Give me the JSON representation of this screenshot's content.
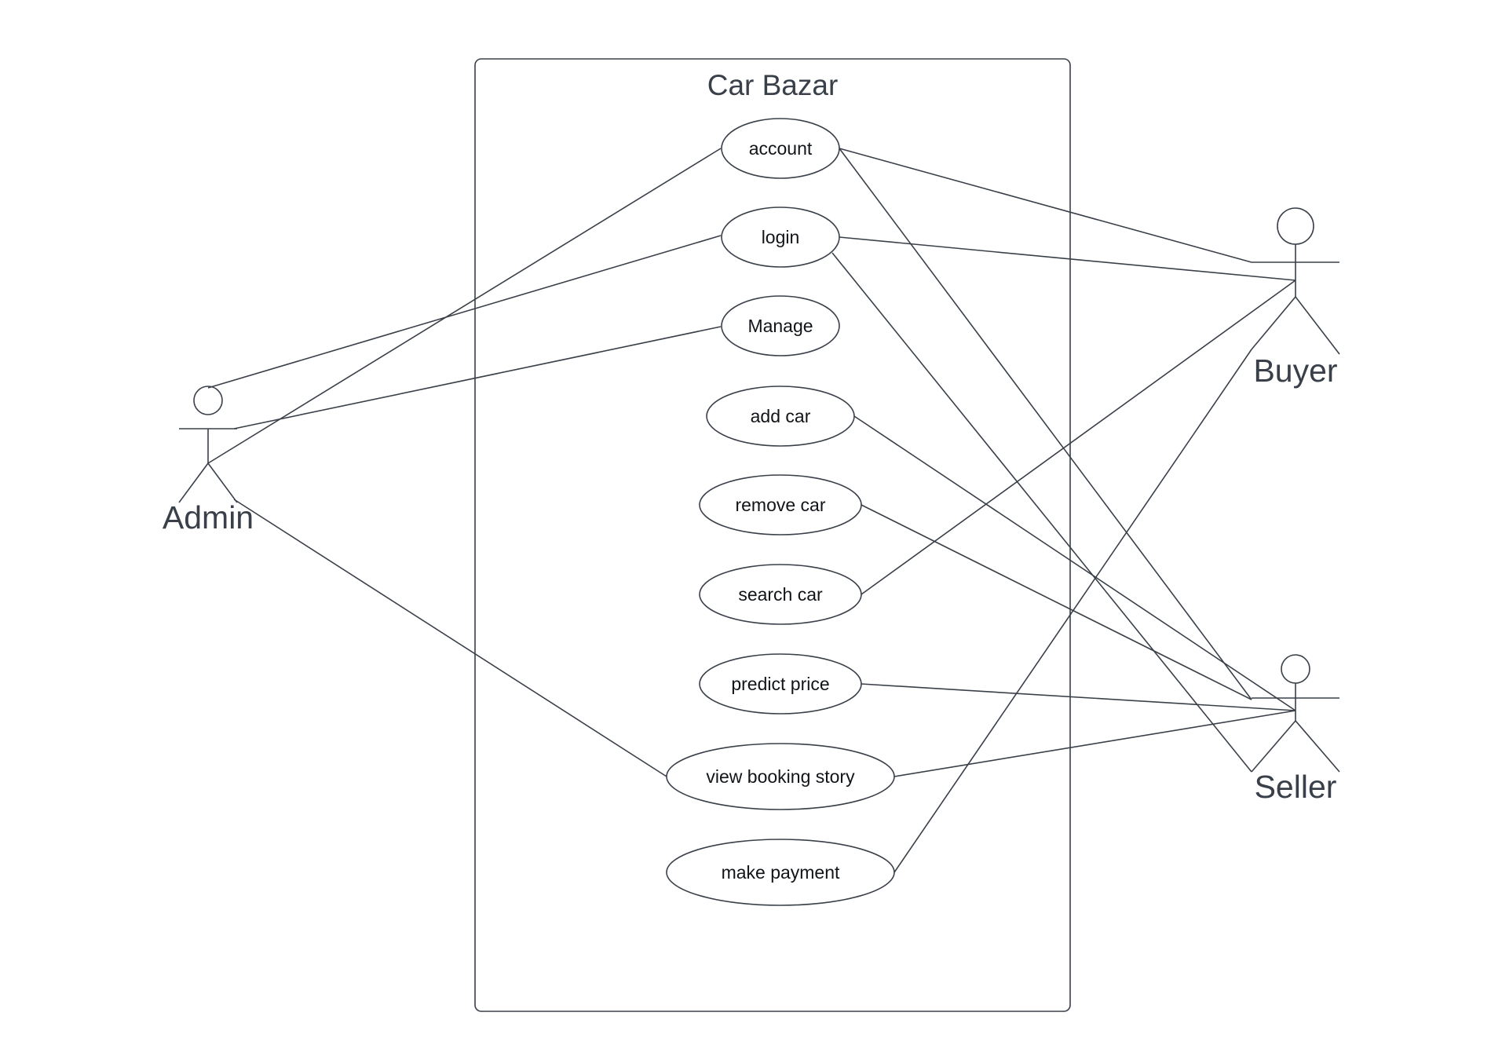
{
  "system": {
    "title": "Car Bazar"
  },
  "actors": {
    "admin": "Admin",
    "buyer": "Buyer",
    "seller": "Seller"
  },
  "use_cases": {
    "account": "account",
    "login": "login",
    "manage": "Manage",
    "add_car": "add car",
    "remove_car": "remove car",
    "search_car": "search car",
    "predict_price": "predict price",
    "view_booking_story": "view booking story",
    "make_payment": "make payment"
  },
  "colors": {
    "line": "#3a4049",
    "text": "#111418"
  }
}
